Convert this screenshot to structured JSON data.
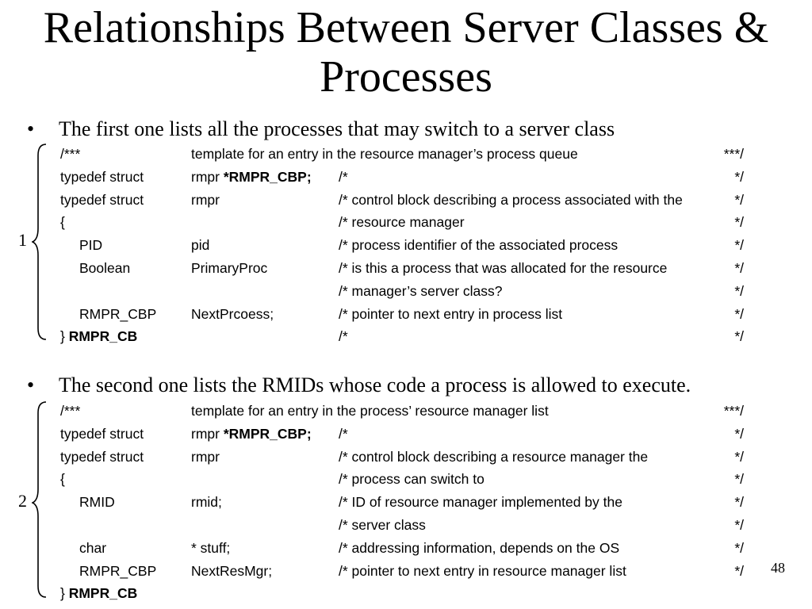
{
  "title": "Relationships Between Server Classes & Processes",
  "bullet_char": "•",
  "section1": {
    "bullet": "The first one lists all the processes that may switch to a server class",
    "label": "1",
    "rows": [
      {
        "c1": "/***",
        "c2": "template for an entry in the resource manager’s process queue",
        "c3": "",
        "c4": "***/"
      },
      {
        "c1": "typedef struct",
        "c2a": "rmpr ",
        "c2b": "*RMPR_CBP;",
        "c3": "/*",
        "c4": "*/"
      },
      {
        "c1": "typedef struct",
        "c2": "rmpr",
        "c3": "/* control block describing a process associated with the",
        "c4": "*/"
      },
      {
        "c1": "{",
        "c2": "",
        "c3": "/* resource manager",
        "c4": "*/"
      },
      {
        "c1": "PID",
        "c2": "pid",
        "c3": "/* process identifier of the associated process",
        "c4": "*/"
      },
      {
        "c1": "Boolean",
        "c2": "PrimaryProc",
        "c3": "/* is this a process that was allocated for the resource",
        "c4": "*/"
      },
      {
        "c1": "",
        "c2": "",
        "c3": "/* manager’s server class?",
        "c4": "*/"
      },
      {
        "c1": "RMPR_CBP",
        "c2": "NextPrcoess;",
        "c3": "/* pointer to next entry in process list",
        "c4": "*/"
      },
      {
        "c1a": "} ",
        "c1b": "RMPR_CB",
        "c2": "",
        "c3": "/*",
        "c4": "*/"
      }
    ]
  },
  "section2": {
    "bullet": "The second one lists the RMIDs whose code a process is allowed to execute.",
    "label": "2",
    "rows": [
      {
        "c1": "/***",
        "c2": "template for an entry in the process’ resource manager list",
        "c3": "",
        "c4": "***/"
      },
      {
        "c1": "typedef struct",
        "c2a": "rmpr ",
        "c2b": "*RMPR_CBP;",
        "c3": "/*",
        "c4": "*/"
      },
      {
        "c1": "typedef struct",
        "c2": "rmpr",
        "c3": "/* control block describing a resource manager the",
        "c4": "*/"
      },
      {
        "c1": "{",
        "c2": "",
        "c3": "/* process can switch to",
        "c4": "*/"
      },
      {
        "c1": "RMID",
        "c2": "rmid;",
        "c3": "/* ID of resource manager implemented by the",
        "c4": "*/"
      },
      {
        "c1": "",
        "c2": "",
        "c3": "/* server class",
        "c4": "*/"
      },
      {
        "c1": "char",
        "c2": "* stuff;",
        "c3": "/* addressing information, depends on the OS",
        "c4": "*/"
      },
      {
        "c1": "RMPR_CBP",
        "c2": "NextResMgr;",
        "c3": "/* pointer to next entry in resource manager list",
        "c4": "*/"
      },
      {
        "c1a": "} ",
        "c1b": "RMPR_CB",
        "c2": "",
        "c3": "",
        "c4": ""
      }
    ]
  },
  "page_number": "48"
}
